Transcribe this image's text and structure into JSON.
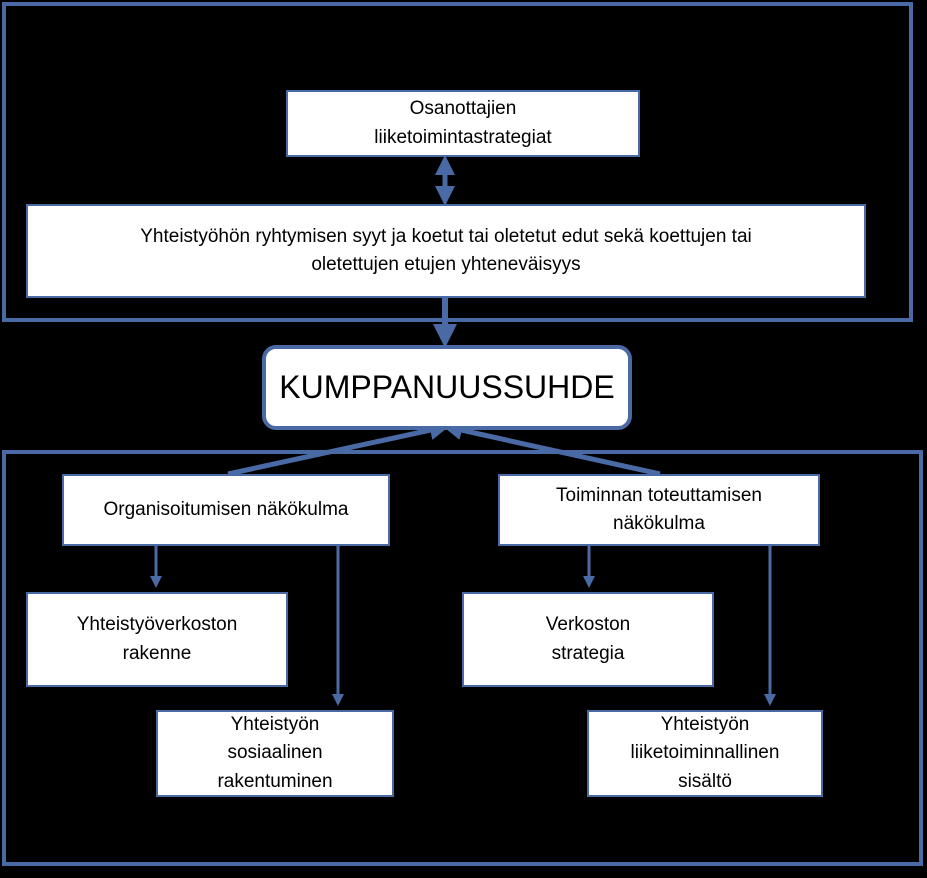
{
  "diagram": {
    "top_box": {
      "line1": "Osanottajien",
      "line2": "liiketoimintastrategiat"
    },
    "reasons_box": {
      "line1": "Yhteistyöhön ryhtymisen syyt ja koetut tai oletetut edut sekä koettujen tai",
      "line2": "oletettujen etujen yhteneväisyys"
    },
    "center": {
      "label": "KUMPPANUUSSUHDE"
    },
    "left_branch": {
      "head": {
        "line1": "Organisoitumisen näkökulma"
      },
      "child1": {
        "line1": "Yhteistyöverkoston",
        "line2": "rakenne"
      },
      "child2": {
        "line1": "Yhteistyön",
        "line2": "sosiaalinen",
        "line3": "rakentuminen"
      }
    },
    "right_branch": {
      "head": {
        "line1": "Toiminnan toteuttamisen",
        "line2": "näkökulma"
      },
      "child1": {
        "line1": "Verkoston",
        "line2": "strategia"
      },
      "child2": {
        "line1": "Yhteistyön",
        "line2": "liiketoiminnallinen",
        "line3": "sisältö"
      }
    }
  },
  "colors": {
    "accent": "#4a6aa5",
    "background": "#000000",
    "box_fill": "#ffffff"
  }
}
